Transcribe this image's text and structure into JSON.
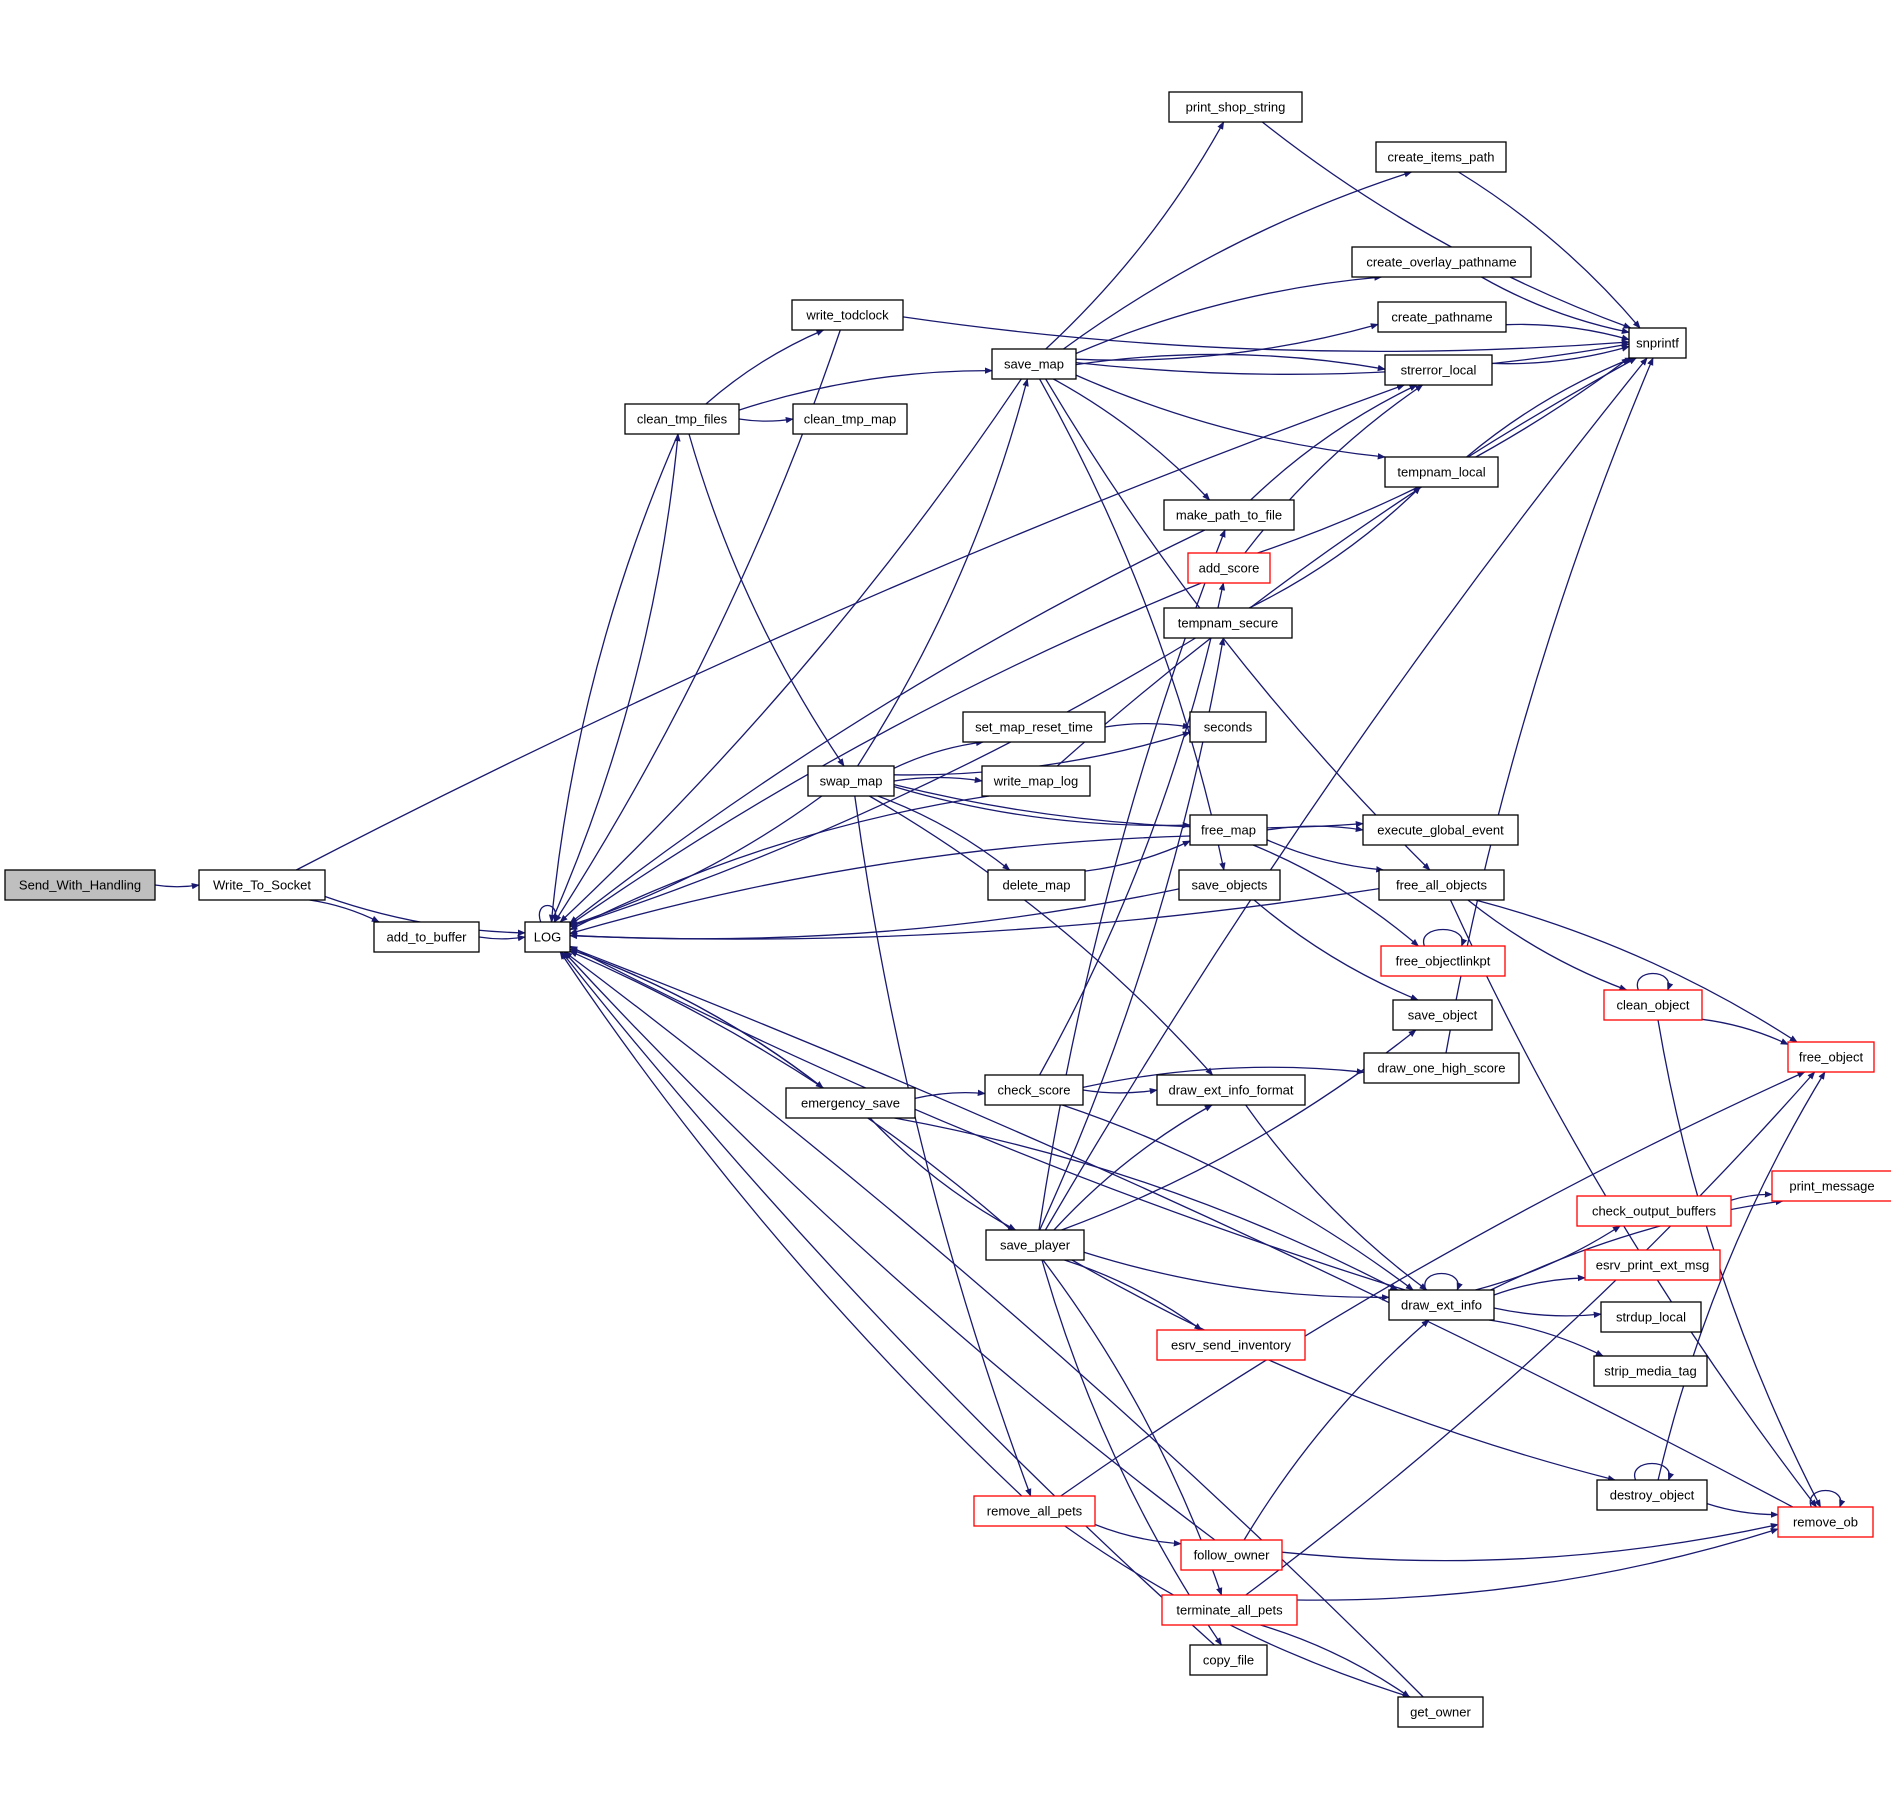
{
  "diagram": {
    "type": "call-graph",
    "colors": {
      "edge": "#191970",
      "node_border": "#000000",
      "truncated_border": "#ff0000",
      "root_fill": "#bfbfbf",
      "node_fill": "#ffffff"
    },
    "nodes": [
      {
        "id": "Send_With_Handling",
        "label": "Send_With_Handling",
        "root": true
      },
      {
        "id": "Write_To_Socket",
        "label": "Write_To_Socket"
      },
      {
        "id": "add_to_buffer",
        "label": "add_to_buffer"
      },
      {
        "id": "LOG",
        "label": "LOG"
      },
      {
        "id": "write_todclock",
        "label": "write_todclock"
      },
      {
        "id": "clean_tmp_files",
        "label": "clean_tmp_files"
      },
      {
        "id": "clean_tmp_map",
        "label": "clean_tmp_map"
      },
      {
        "id": "save_map",
        "label": "save_map"
      },
      {
        "id": "print_shop_string",
        "label": "print_shop_string"
      },
      {
        "id": "create_items_path",
        "label": "create_items_path"
      },
      {
        "id": "create_overlay_pathname",
        "label": "create_overlay_pathname"
      },
      {
        "id": "create_pathname",
        "label": "create_pathname"
      },
      {
        "id": "strerror_local",
        "label": "strerror_local"
      },
      {
        "id": "snprintf",
        "label": "snprintf"
      },
      {
        "id": "tempnam_local",
        "label": "tempnam_local"
      },
      {
        "id": "make_path_to_file",
        "label": "make_path_to_file"
      },
      {
        "id": "add_score",
        "label": "add_score",
        "truncated": true
      },
      {
        "id": "tempnam_secure",
        "label": "tempnam_secure"
      },
      {
        "id": "set_map_reset_time",
        "label": "set_map_reset_time"
      },
      {
        "id": "seconds",
        "label": "seconds"
      },
      {
        "id": "swap_map",
        "label": "swap_map"
      },
      {
        "id": "write_map_log",
        "label": "write_map_log"
      },
      {
        "id": "free_map",
        "label": "free_map"
      },
      {
        "id": "execute_global_event",
        "label": "execute_global_event"
      },
      {
        "id": "delete_map",
        "label": "delete_map"
      },
      {
        "id": "save_objects",
        "label": "save_objects"
      },
      {
        "id": "free_all_objects",
        "label": "free_all_objects"
      },
      {
        "id": "free_objectlinkpt",
        "label": "free_objectlinkpt",
        "truncated": true
      },
      {
        "id": "clean_object",
        "label": "clean_object",
        "truncated": true
      },
      {
        "id": "save_object",
        "label": "save_object"
      },
      {
        "id": "free_object",
        "label": "free_object",
        "truncated": true
      },
      {
        "id": "draw_one_high_score",
        "label": "draw_one_high_score"
      },
      {
        "id": "emergency_save",
        "label": "emergency_save"
      },
      {
        "id": "check_score",
        "label": "check_score"
      },
      {
        "id": "draw_ext_info_format",
        "label": "draw_ext_info_format"
      },
      {
        "id": "print_message",
        "label": "print_message",
        "truncated": true
      },
      {
        "id": "check_output_buffers",
        "label": "check_output_buffers",
        "truncated": true
      },
      {
        "id": "save_player",
        "label": "save_player"
      },
      {
        "id": "esrv_print_ext_msg",
        "label": "esrv_print_ext_msg",
        "truncated": true
      },
      {
        "id": "draw_ext_info",
        "label": "draw_ext_info"
      },
      {
        "id": "strdup_local",
        "label": "strdup_local"
      },
      {
        "id": "esrv_send_inventory",
        "label": "esrv_send_inventory",
        "truncated": true
      },
      {
        "id": "strip_media_tag",
        "label": "strip_media_tag"
      },
      {
        "id": "destroy_object",
        "label": "destroy_object"
      },
      {
        "id": "remove_all_pets",
        "label": "remove_all_pets",
        "truncated": true
      },
      {
        "id": "remove_ob",
        "label": "remove_ob",
        "truncated": true
      },
      {
        "id": "follow_owner",
        "label": "follow_owner",
        "truncated": true
      },
      {
        "id": "terminate_all_pets",
        "label": "terminate_all_pets",
        "truncated": true
      },
      {
        "id": "copy_file",
        "label": "copy_file"
      },
      {
        "id": "get_owner",
        "label": "get_owner"
      }
    ],
    "edges": [
      [
        "Send_With_Handling",
        "Write_To_Socket"
      ],
      [
        "Write_To_Socket",
        "add_to_buffer"
      ],
      [
        "Write_To_Socket",
        "LOG"
      ],
      [
        "Write_To_Socket",
        "strerror_local"
      ],
      [
        "add_to_buffer",
        "LOG"
      ],
      [
        "LOG",
        "LOG"
      ],
      [
        "LOG",
        "clean_tmp_files"
      ],
      [
        "LOG",
        "emergency_save"
      ],
      [
        "clean_tmp_files",
        "LOG"
      ],
      [
        "clean_tmp_files",
        "write_todclock"
      ],
      [
        "clean_tmp_files",
        "clean_tmp_map"
      ],
      [
        "clean_tmp_files",
        "save_map"
      ],
      [
        "clean_tmp_files",
        "swap_map"
      ],
      [
        "write_todclock",
        "LOG"
      ],
      [
        "write_todclock",
        "snprintf"
      ],
      [
        "save_map",
        "LOG"
      ],
      [
        "save_map",
        "print_shop_string"
      ],
      [
        "save_map",
        "create_items_path"
      ],
      [
        "save_map",
        "snprintf"
      ],
      [
        "save_map",
        "create_overlay_pathname"
      ],
      [
        "save_map",
        "create_pathname"
      ],
      [
        "save_map",
        "strerror_local"
      ],
      [
        "save_map",
        "tempnam_local"
      ],
      [
        "save_map",
        "make_path_to_file"
      ],
      [
        "save_map",
        "free_all_objects"
      ],
      [
        "save_map",
        "save_objects"
      ],
      [
        "print_shop_string",
        "snprintf"
      ],
      [
        "create_items_path",
        "snprintf"
      ],
      [
        "create_overlay_pathname",
        "snprintf"
      ],
      [
        "create_pathname",
        "snprintf"
      ],
      [
        "strerror_local",
        "snprintf"
      ],
      [
        "tempnam_local",
        "snprintf"
      ],
      [
        "make_path_to_file",
        "LOG"
      ],
      [
        "make_path_to_file",
        "strerror_local"
      ],
      [
        "add_score",
        "LOG"
      ],
      [
        "add_score",
        "strerror_local"
      ],
      [
        "add_score",
        "snprintf"
      ],
      [
        "tempnam_secure",
        "LOG"
      ],
      [
        "tempnam_secure",
        "tempnam_local"
      ],
      [
        "swap_map",
        "LOG"
      ],
      [
        "swap_map",
        "save_map"
      ],
      [
        "swap_map",
        "set_map_reset_time"
      ],
      [
        "swap_map",
        "seconds"
      ],
      [
        "swap_map",
        "write_map_log"
      ],
      [
        "swap_map",
        "free_map"
      ],
      [
        "swap_map",
        "delete_map"
      ],
      [
        "swap_map",
        "execute_global_event"
      ],
      [
        "swap_map",
        "draw_ext_info_format"
      ],
      [
        "swap_map",
        "remove_all_pets"
      ],
      [
        "set_map_reset_time",
        "seconds"
      ],
      [
        "write_map_log",
        "LOG"
      ],
      [
        "write_map_log",
        "snprintf"
      ],
      [
        "free_map",
        "LOG"
      ],
      [
        "free_map",
        "execute_global_event"
      ],
      [
        "free_map",
        "free_all_objects"
      ],
      [
        "free_map",
        "free_objectlinkpt"
      ],
      [
        "delete_map",
        "free_map"
      ],
      [
        "save_objects",
        "LOG"
      ],
      [
        "save_objects",
        "save_object"
      ],
      [
        "free_all_objects",
        "LOG"
      ],
      [
        "free_all_objects",
        "clean_object"
      ],
      [
        "free_all_objects",
        "free_object"
      ],
      [
        "free_all_objects",
        "remove_ob"
      ],
      [
        "free_objectlinkpt",
        "free_objectlinkpt"
      ],
      [
        "clean_object",
        "clean_object"
      ],
      [
        "clean_object",
        "free_object"
      ],
      [
        "clean_object",
        "remove_ob"
      ],
      [
        "draw_one_high_score",
        "snprintf"
      ],
      [
        "emergency_save",
        "LOG"
      ],
      [
        "emergency_save",
        "check_score"
      ],
      [
        "emergency_save",
        "save_player"
      ],
      [
        "emergency_save",
        "draw_ext_info"
      ],
      [
        "check_score",
        "add_score"
      ],
      [
        "check_score",
        "draw_one_high_score"
      ],
      [
        "check_score",
        "draw_ext_info_format"
      ],
      [
        "check_score",
        "draw_ext_info"
      ],
      [
        "draw_ext_info_format",
        "draw_ext_info"
      ],
      [
        "check_output_buffers",
        "print_message"
      ],
      [
        "save_player",
        "LOG"
      ],
      [
        "save_player",
        "make_path_to_file"
      ],
      [
        "save_player",
        "tempnam_secure"
      ],
      [
        "save_player",
        "draw_ext_info_format"
      ],
      [
        "save_player",
        "save_object"
      ],
      [
        "save_player",
        "snprintf"
      ],
      [
        "save_player",
        "draw_ext_info"
      ],
      [
        "save_player",
        "esrv_send_inventory"
      ],
      [
        "save_player",
        "destroy_object"
      ],
      [
        "save_player",
        "terminate_all_pets"
      ],
      [
        "save_player",
        "copy_file"
      ],
      [
        "draw_ext_info",
        "LOG"
      ],
      [
        "draw_ext_info",
        "draw_ext_info"
      ],
      [
        "draw_ext_info",
        "print_message"
      ],
      [
        "draw_ext_info",
        "check_output_buffers"
      ],
      [
        "draw_ext_info",
        "esrv_print_ext_msg"
      ],
      [
        "draw_ext_info",
        "strdup_local"
      ],
      [
        "draw_ext_info",
        "strip_media_tag"
      ],
      [
        "destroy_object",
        "destroy_object"
      ],
      [
        "destroy_object",
        "free_object"
      ],
      [
        "destroy_object",
        "remove_ob"
      ],
      [
        "remove_all_pets",
        "LOG"
      ],
      [
        "remove_all_pets",
        "follow_owner"
      ],
      [
        "remove_all_pets",
        "free_object"
      ],
      [
        "remove_all_pets",
        "get_owner"
      ],
      [
        "remove_ob",
        "remove_ob"
      ],
      [
        "remove_ob",
        "LOG"
      ],
      [
        "follow_owner",
        "LOG"
      ],
      [
        "follow_owner",
        "remove_ob"
      ],
      [
        "follow_owner",
        "draw_ext_info"
      ],
      [
        "terminate_all_pets",
        "remove_ob"
      ],
      [
        "terminate_all_pets",
        "get_owner"
      ],
      [
        "terminate_all_pets",
        "free_object"
      ],
      [
        "copy_file",
        "LOG"
      ],
      [
        "get_owner",
        "LOG"
      ]
    ]
  }
}
